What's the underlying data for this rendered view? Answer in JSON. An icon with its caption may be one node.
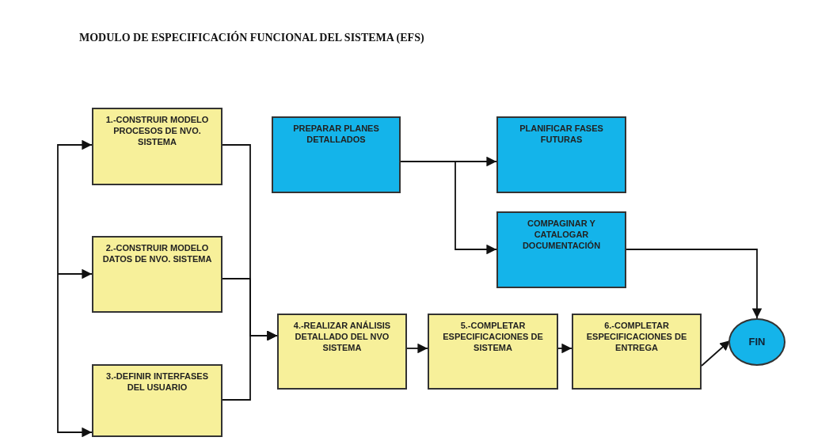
{
  "diagram": {
    "title": "MODULO DE ESPECIFICACIÓN FUNCIONAL DEL SISTEMA (EFS)",
    "nodes": [
      {
        "text": [
          "1.-CONSTRUIR MODELO PROCESOS DE NVO. SISTEMA"
        ]
      },
      {
        "text": [
          "PREPARAR PLANES DETALLADOS"
        ]
      },
      {
        "text": [
          "PLANIFICAR FASES FUTURAS"
        ]
      },
      {
        "text": [
          "2.-CONSTRUIR MODELO DATOS DE NVO. SISTEMA"
        ]
      },
      {
        "text": [
          "COMPAGINAR Y CATALOGAR DOCUMENTACIÓN"
        ]
      },
      {
        "text": [
          "3.-DEFINIR INTERFASES DEL USUARIO"
        ]
      },
      {
        "text": [
          "4.-REALIZAR ANÁLISIS DETALLADO DEL NVO SISTEMA"
        ]
      },
      {
        "text": [
          "5.-COMPLETAR ESPECIFICACIONES DE SISTEMA"
        ]
      },
      {
        "text": [
          "6.-COMPLETAR ESPECIFICACIONES DE ENTREGA"
        ]
      },
      {
        "text": [
          "FIN"
        ]
      }
    ],
    "edges": [
      {
        "from": null,
        "to": 0,
        "arrow": "to"
      },
      {
        "from": null,
        "to": 3,
        "arrow": "to"
      },
      {
        "from": null,
        "to": 5,
        "arrow": "to"
      },
      {
        "from": 0,
        "to": 6,
        "arrow": "to"
      },
      {
        "from": 3,
        "to": 6,
        "arrow": "to"
      },
      {
        "from": 5,
        "to": 6,
        "arrow": "to"
      },
      {
        "from": 1,
        "to": 2,
        "arrow": "to"
      },
      {
        "from": 1,
        "to": 4,
        "arrow": "to"
      },
      {
        "from": 6,
        "to": 7,
        "arrow": "to"
      },
      {
        "from": 7,
        "to": 8,
        "arrow": "to"
      },
      {
        "from": 8,
        "to": 9,
        "arrow": "to"
      },
      {
        "from": 4,
        "to": 9,
        "arrow": "to"
      }
    ]
  }
}
